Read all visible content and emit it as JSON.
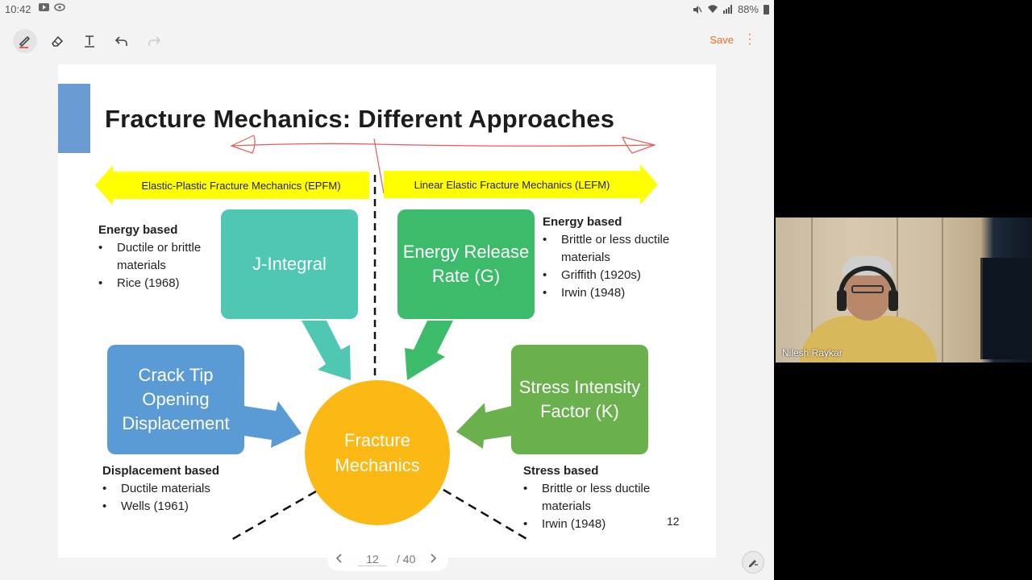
{
  "status_bar": {
    "time": "10:42",
    "battery": "88%"
  },
  "toolbar": {
    "tools": [
      "pen-icon",
      "eraser-icon",
      "text-icon",
      "undo-icon",
      "redo-icon"
    ],
    "save_label": "Save"
  },
  "slide": {
    "title": "Fracture Mechanics: Different Approaches",
    "arrow_left": "Elastic-Plastic Fracture Mechanics (EPFM)",
    "arrow_right": "Linear Elastic Fracture Mechanics (LEFM)",
    "box_j": "J-Integral",
    "box_g": "Energy Release Rate (G)",
    "box_ctod": "Crack Tip Opening Displacement",
    "box_k": "Stress Intensity Factor (K)",
    "center": "Fracture Mechanics",
    "top_left": {
      "heading": "Energy based",
      "items": [
        "Ductile or brittle materials",
        "Rice (1968)"
      ]
    },
    "top_right": {
      "heading": "Energy based",
      "items": [
        "Brittle or less ductile materials",
        "Griffith (1920s)",
        "Irwin (1948)"
      ]
    },
    "bottom_left": {
      "heading": "Displacement based",
      "items": [
        "Ductile materials",
        "Wells (1961)"
      ]
    },
    "bottom_right": {
      "heading": "Stress based",
      "items": [
        "Brittle or less ductile materials",
        "Irwin (1948)"
      ]
    },
    "slide_number": "12",
    "colors": {
      "accent": "#6a9bd2",
      "yellow_arrow": "#ffff00",
      "j_box": "#4fc7b3",
      "g_box": "#3cbb6b",
      "ctod_box": "#5b9bd5",
      "k_box": "#6ab04c",
      "center": "#fcb813",
      "annotation": "#e0605a"
    }
  },
  "pager": {
    "current": "12",
    "total": "/ 40"
  },
  "video": {
    "participant_name": "Nilesh Raykar"
  }
}
